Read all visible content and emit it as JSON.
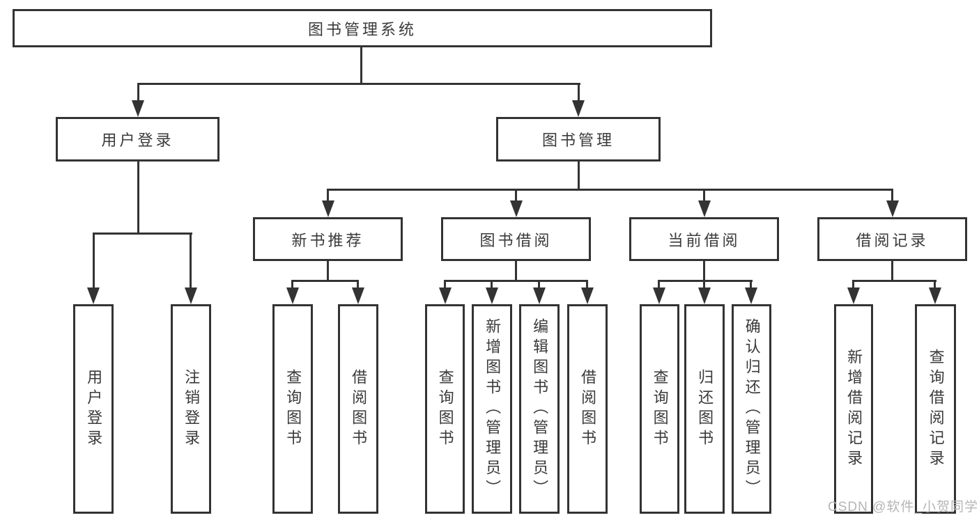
{
  "tree": {
    "label": "图书管理系统",
    "children": [
      {
        "label": "用户登录",
        "children": [
          {
            "label": "用户登录"
          },
          {
            "label": "注销登录"
          }
        ]
      },
      {
        "label": "图书管理",
        "children": [
          {
            "label": "新书推荐",
            "children": [
              {
                "label": "查询图书"
              },
              {
                "label": "借阅图书"
              }
            ]
          },
          {
            "label": "图书借阅",
            "children": [
              {
                "label": "查询图书"
              },
              {
                "label": "新增图书（管理员）"
              },
              {
                "label": "编辑图书（管理员）"
              },
              {
                "label": "借阅图书"
              }
            ]
          },
          {
            "label": "当前借阅",
            "children": [
              {
                "label": "查询图书"
              },
              {
                "label": "归还图书"
              },
              {
                "label": "确认归还（管理员）"
              }
            ]
          },
          {
            "label": "借阅记录",
            "children": [
              {
                "label": "新增借阅记录"
              },
              {
                "label": "查询借阅记录"
              }
            ]
          }
        ]
      }
    ]
  },
  "watermark": "CSDN @软件_小贺同学",
  "colors": {
    "line": "#333333",
    "text": "#3a3a3a",
    "background": "#ffffff",
    "watermark": "#b5b5b5"
  }
}
